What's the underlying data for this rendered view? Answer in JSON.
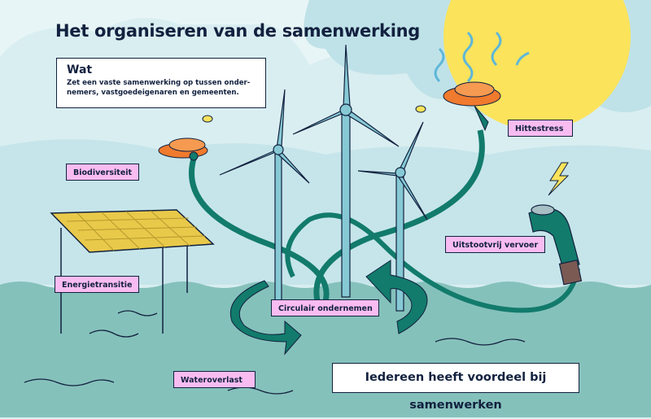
{
  "title": "Het organiseren van de samenwerking",
  "wat": {
    "heading": "Wat",
    "text": "Zet een vaste samenwerking op tussen onder-nemers, vastgoedeigenaren en gemeenten."
  },
  "labels": {
    "biodiversiteit": "Biodiversiteit",
    "hittestress": "Hittestress",
    "energietransitie": "Energietransitie",
    "uitstootvrij_vervoer": "Uitstootvrij vervoer",
    "circulair_ondernemen": "Circulair ondernemen",
    "wateroverlast": "Wateroverlast"
  },
  "footer": "Iedereen heeft voordeel bij samenwerken",
  "colors": {
    "sky": "#d9eef1",
    "water": "#85c1bb",
    "teal": "#127b6c",
    "turbine": "#86c9d4",
    "sun": "#fbe35b",
    "flower": "#f07a2d",
    "label": "#f9bcf1",
    "ink": "#12213f"
  }
}
